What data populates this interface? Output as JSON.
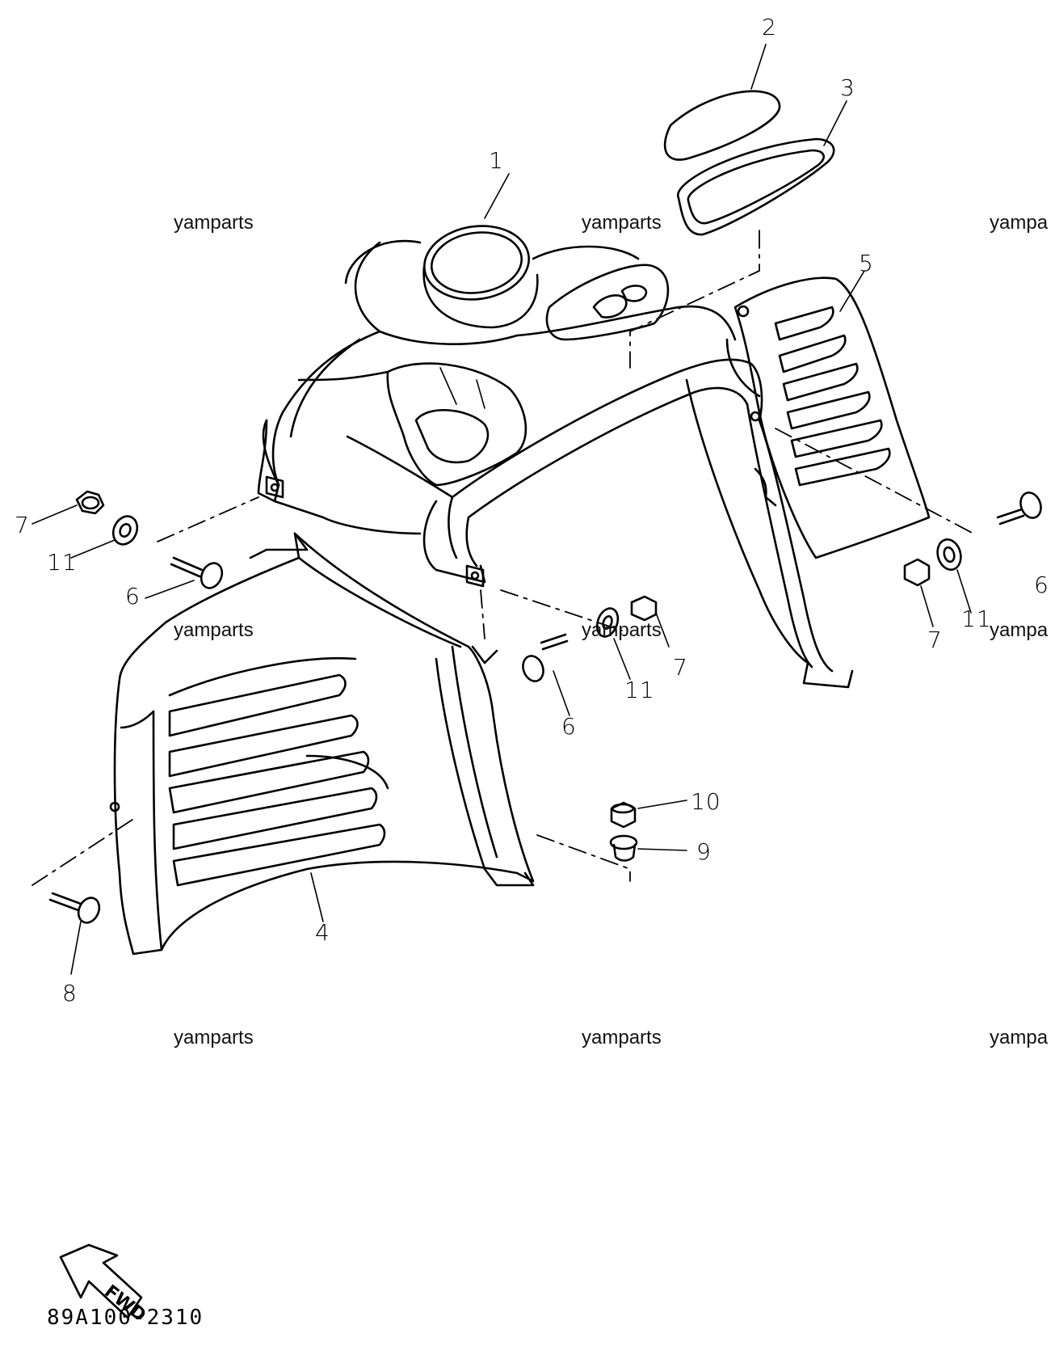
{
  "callouts": {
    "c1": "1",
    "c2": "2",
    "c3": "3",
    "c4": "4",
    "c5": "5",
    "c6a": "6",
    "c6b": "6",
    "c6c": "6",
    "c7a": "7",
    "c7b": "7",
    "c7c": "7",
    "c8": "8",
    "c9": "9",
    "c10": "10",
    "c11a": "11",
    "c11b": "11",
    "c11c": "11"
  },
  "watermarks": {
    "w1": "yamparts",
    "w2": "yamparts",
    "w3": "yampa",
    "w4": "yamparts",
    "w5": "yamparts",
    "w6": "yampa",
    "w7": "yamparts",
    "w8": "yamparts",
    "w9": "yampa"
  },
  "fwd_label": "FWD",
  "drawing_code": "89A100-2310"
}
